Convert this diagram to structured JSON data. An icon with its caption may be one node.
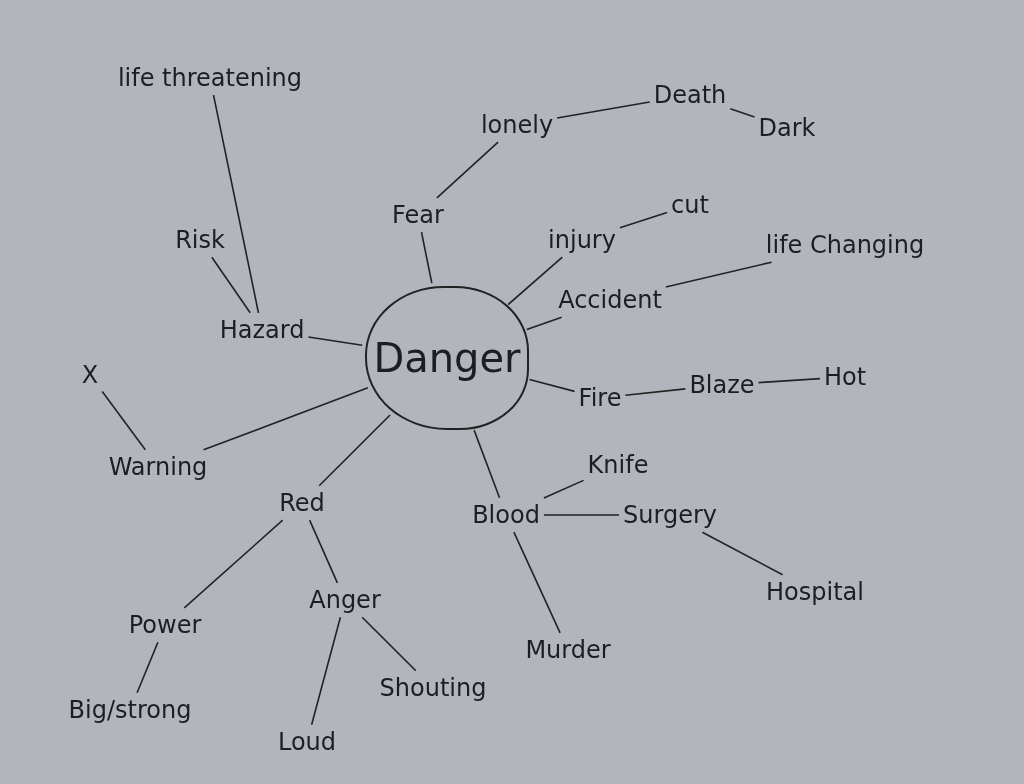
{
  "diagram": {
    "nodes": [
      {
        "text": [
          "Danger"
        ]
      },
      {
        "text": [
          "Fear"
        ]
      },
      {
        "text": [
          "lonely"
        ]
      },
      {
        "text": [
          "Death"
        ]
      },
      {
        "text": [
          "Dark"
        ]
      },
      {
        "text": [
          "injury"
        ]
      },
      {
        "text": [
          "cut"
        ]
      },
      {
        "text": [
          "Accident"
        ]
      },
      {
        "text": [
          "life Changing"
        ]
      },
      {
        "text": [
          "Fire"
        ]
      },
      {
        "text": [
          "Blaze"
        ]
      },
      {
        "text": [
          "Hot"
        ]
      },
      {
        "text": [
          "Blood"
        ]
      },
      {
        "text": [
          "Knife"
        ]
      },
      {
        "text": [
          "Surgery"
        ]
      },
      {
        "text": [
          "Hospital"
        ]
      },
      {
        "text": [
          "Murder"
        ]
      },
      {
        "text": [
          "Red"
        ]
      },
      {
        "text": [
          "Anger"
        ]
      },
      {
        "text": [
          "Loud"
        ]
      },
      {
        "text": [
          "Shouting"
        ]
      },
      {
        "text": [
          "Power"
        ]
      },
      {
        "text": [
          "Big/strong"
        ]
      },
      {
        "text": [
          "Warning"
        ]
      },
      {
        "text": [
          "X"
        ]
      },
      {
        "text": [
          "Hazard"
        ]
      },
      {
        "text": [
          "Risk"
        ]
      },
      {
        "text": [
          "life threatening"
        ]
      }
    ],
    "edges": [
      {
        "from": 0,
        "to": 1,
        "arrow": "none"
      },
      {
        "from": 1,
        "to": 2,
        "arrow": "none"
      },
      {
        "from": 2,
        "to": 3,
        "arrow": "none"
      },
      {
        "from": 3,
        "to": 4,
        "arrow": "none"
      },
      {
        "from": 0,
        "to": 5,
        "arrow": "none"
      },
      {
        "from": 5,
        "to": 6,
        "arrow": "none"
      },
      {
        "from": 0,
        "to": 7,
        "arrow": "none"
      },
      {
        "from": 7,
        "to": 8,
        "arrow": "none"
      },
      {
        "from": 0,
        "to": 9,
        "arrow": "none"
      },
      {
        "from": 9,
        "to": 10,
        "arrow": "none"
      },
      {
        "from": 10,
        "to": 11,
        "arrow": "none"
      },
      {
        "from": 0,
        "to": 12,
        "arrow": "none"
      },
      {
        "from": 12,
        "to": 13,
        "arrow": "none"
      },
      {
        "from": 12,
        "to": 14,
        "arrow": "none"
      },
      {
        "from": 14,
        "to": 15,
        "arrow": "none"
      },
      {
        "from": 12,
        "to": 16,
        "arrow": "none"
      },
      {
        "from": 0,
        "to": 17,
        "arrow": "none"
      },
      {
        "from": 17,
        "to": 18,
        "arrow": "none"
      },
      {
        "from": 18,
        "to": 19,
        "arrow": "none"
      },
      {
        "from": 18,
        "to": 20,
        "arrow": "none"
      },
      {
        "from": 17,
        "to": 21,
        "arrow": "none"
      },
      {
        "from": 21,
        "to": 22,
        "arrow": "none"
      },
      {
        "from": 0,
        "to": 23,
        "arrow": "none"
      },
      {
        "from": 23,
        "to": 24,
        "arrow": "none"
      },
      {
        "from": 0,
        "to": 25,
        "arrow": "none"
      },
      {
        "from": 25,
        "to": 26,
        "arrow": "none"
      },
      {
        "from": 25,
        "to": 27,
        "arrow": "none"
      }
    ]
  }
}
